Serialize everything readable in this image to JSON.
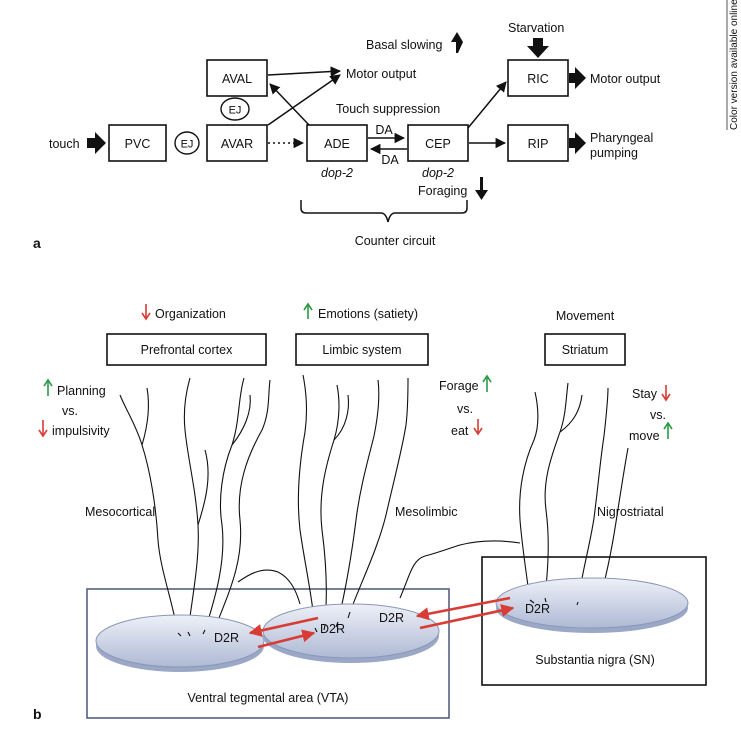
{
  "side_note": "Color version available online",
  "panel_a": {
    "label": "a",
    "input": "touch",
    "neurons": {
      "pvc": "PVC",
      "aval": "AVAL",
      "avar": "AVAR",
      "ade": "ADE",
      "cep": "CEP",
      "ric": "RIC",
      "rip": "RIP"
    },
    "ej_top": "EJ",
    "ej_left": "EJ",
    "da_top": "DA",
    "da_bottom": "DA",
    "dop2_ade": "dop-2",
    "dop2_cep": "dop-2",
    "basal_slowing": "Basal slowing",
    "motor_output_left": "Motor output",
    "touch_suppression": "Touch suppression",
    "starvation": "Starvation",
    "motor_output_right": "Motor output",
    "pharyngeal_line1": "Pharyngeal",
    "pharyngeal_line2": "pumping",
    "foraging": "Foraging",
    "counter_circuit": "Counter circuit"
  },
  "panel_b": {
    "label": "b",
    "organization": "Organization",
    "emotions": "Emotions (satiety)",
    "movement": "Movement",
    "prefrontal": "Prefrontal cortex",
    "limbic": "Limbic system",
    "striatum": "Striatum",
    "planning": "Planning",
    "vs1": "vs.",
    "impulsivity": "impulsivity",
    "forage": "Forage",
    "vs2": "vs.",
    "eat": "eat",
    "stay": "Stay",
    "vs3": "vs.",
    "move": "move",
    "mesocortical": "Mesocortical",
    "mesolimbic": "Mesolimbic",
    "nigrostriatal": "Nigrostriatal",
    "d2r_1": "D2R",
    "d2r_2": "D2R",
    "d2r_3": "D2R",
    "d2r_4": "D2R",
    "vta": "Ventral tegmental area (VTA)",
    "sn": "Substantia nigra (SN)",
    "colors": {
      "increase": "#2a9a45",
      "decrease": "#d93b35",
      "ellipse_fill": "#d3dbec",
      "vta_border": "#55607f"
    }
  }
}
